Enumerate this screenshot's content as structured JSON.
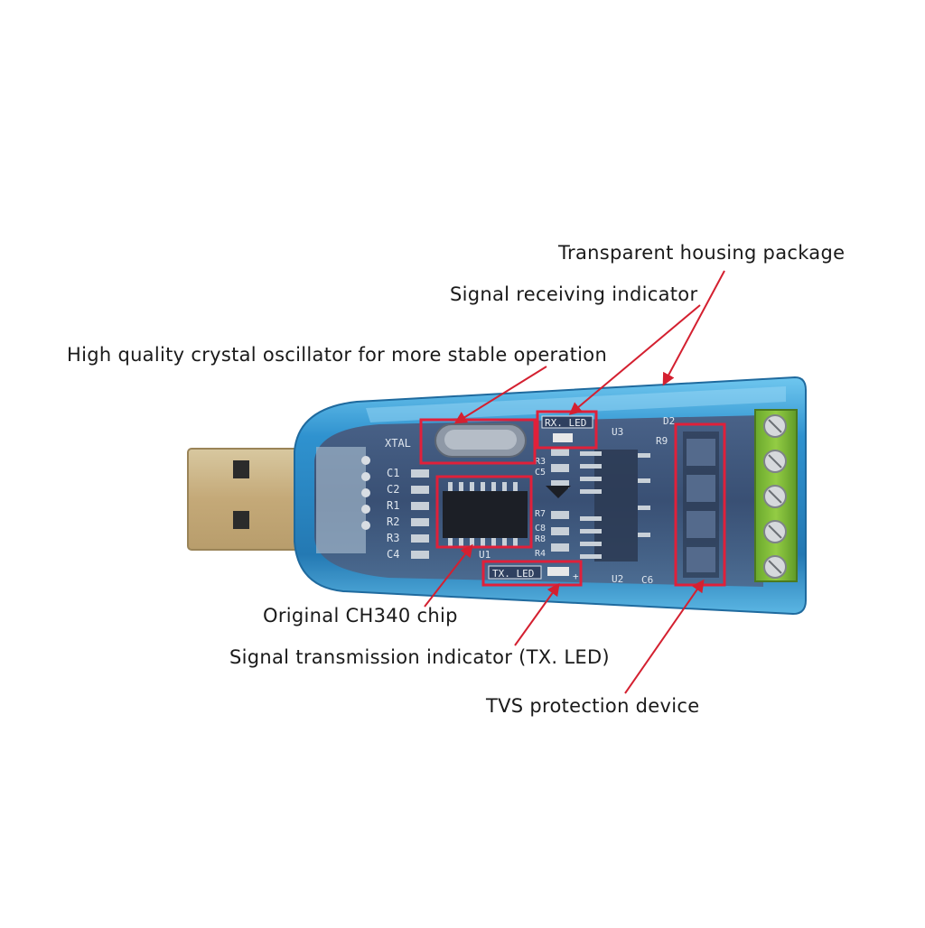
{
  "callouts": {
    "housing": "Transparent housing package",
    "rx_indicator": "Signal receiving indicator",
    "crystal": "High quality crystal oscillator for more stable operation",
    "chip": "Original CH340 chip",
    "tx_indicator": "Signal transmission indicator (TX. LED)",
    "tvs": "TVS protection device"
  },
  "silkscreen": {
    "xtal": "XTAL",
    "rx_led": "RX. LED",
    "tx_led": "TX. LED",
    "u1": "U1",
    "u2": "U2",
    "u3": "U3",
    "d2": "D2",
    "r9": "R9",
    "c6": "C6",
    "r3": "R3",
    "c5": "C5",
    "r7": "R7",
    "c8": "C8",
    "r8": "R8",
    "r4": "R4",
    "plus": "+",
    "left_labels": [
      "C1",
      "C2",
      "R1",
      "R2",
      "R3",
      "C4"
    ]
  },
  "colors": {
    "housing": "#2f8fc9",
    "housing_light": "#6fc0ea",
    "pcb": "#3a4f73",
    "callout_box": "#e0203a",
    "arrow": "#d42030",
    "usb_metal": "#c9b48a",
    "terminal": "#8cc43c"
  }
}
